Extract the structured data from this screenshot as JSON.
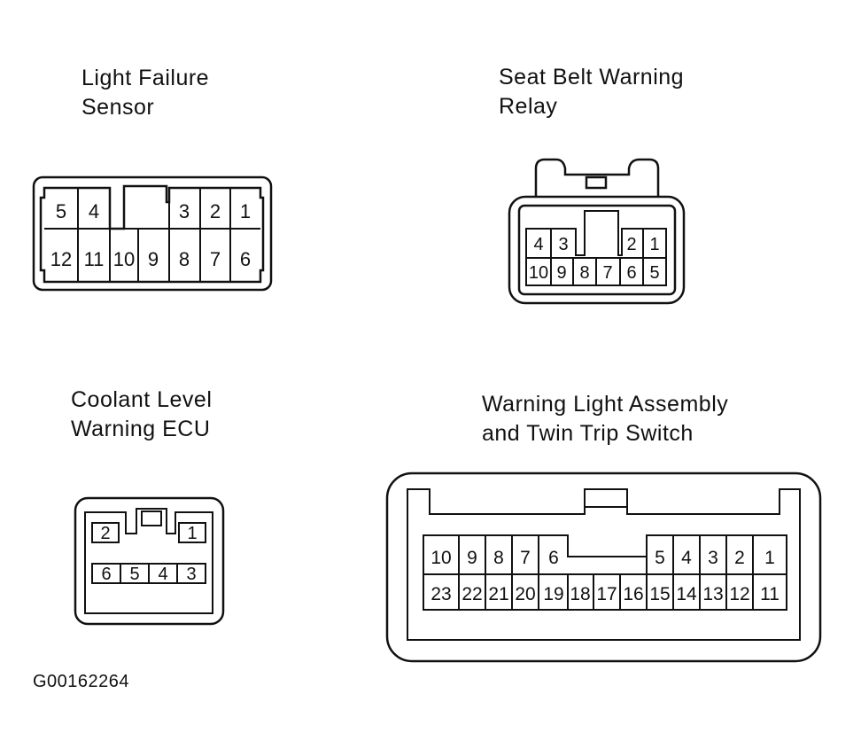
{
  "connectors": {
    "light_failure_sensor": {
      "title_line1": "Light Failure",
      "title_line2": "Sensor",
      "top_row": [
        "5",
        "4",
        "3",
        "2",
        "1"
      ],
      "bottom_row": [
        "12",
        "11",
        "10",
        "9",
        "8",
        "7",
        "6"
      ]
    },
    "seat_belt_warning_relay": {
      "title_line1": "Seat Belt Warning",
      "title_line2": "Relay",
      "top_row": [
        "4",
        "3",
        "2",
        "1"
      ],
      "bottom_row": [
        "10",
        "9",
        "8",
        "7",
        "6",
        "5"
      ]
    },
    "coolant_level_warning_ecu": {
      "title_line1": "Coolant Level",
      "title_line2": "Warning ECU",
      "top_row": [
        "2",
        "1"
      ],
      "bottom_row": [
        "6",
        "5",
        "4",
        "3"
      ]
    },
    "warning_light_assembly": {
      "title_line1": "Warning Light Assembly",
      "title_line2": "and Twin Trip Switch",
      "top_row": [
        "10",
        "9",
        "8",
        "7",
        "6",
        "5",
        "4",
        "3",
        "2",
        "1"
      ],
      "bottom_row": [
        "23",
        "22",
        "21",
        "20",
        "19",
        "18",
        "17",
        "16",
        "15",
        "14",
        "13",
        "12",
        "11"
      ]
    }
  },
  "figure_id": "G00162264"
}
